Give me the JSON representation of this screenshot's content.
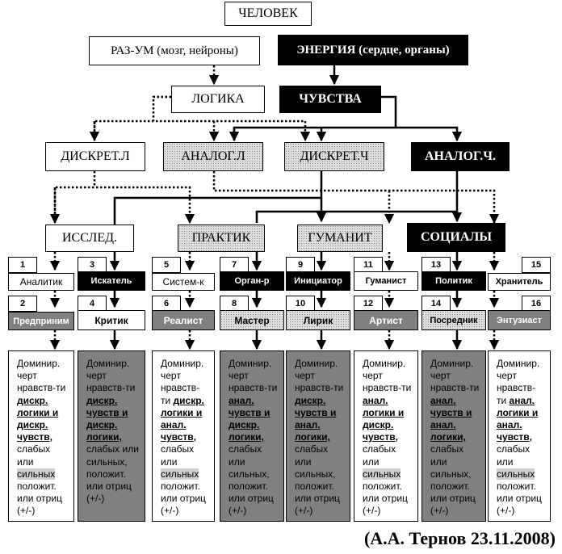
{
  "top": {
    "person": "ЧЕЛОВЕК",
    "mind": "РАЗ-УМ (мозг, нейроны)",
    "energy": "ЭНЕРГИЯ (сердце, органы)",
    "logic": "ЛОГИКА",
    "feelings": "ЧУВСТВА"
  },
  "level2": {
    "discrete_logic": "ДИСКРЕТ.Л",
    "analog_logic": "АНАЛОГ.Л",
    "discrete_feel": "ДИСКРЕТ.Ч",
    "analog_feel": "АНАЛОГ.Ч."
  },
  "groups": {
    "researchers": "ИССЛЕД.",
    "practitioners": "ПРАКТИК",
    "humanists": "ГУМАНИТ",
    "socials": "СОЦИАЛЫ"
  },
  "types": [
    {
      "num": "1",
      "label": "Аналитик"
    },
    {
      "num": "2",
      "label": "Предприним"
    },
    {
      "num": "3",
      "label": "Искатель"
    },
    {
      "num": "4",
      "label": "Критик"
    },
    {
      "num": "5",
      "label": "Систем-к"
    },
    {
      "num": "6",
      "label": "Реалист"
    },
    {
      "num": "7",
      "label": "Орган-р"
    },
    {
      "num": "8",
      "label": "Мастер"
    },
    {
      "num": "9",
      "label": "Инициатор"
    },
    {
      "num": "10",
      "label": "Лирик"
    },
    {
      "num": "11",
      "label": "Гуманист"
    },
    {
      "num": "12",
      "label": "Артист"
    },
    {
      "num": "13",
      "label": "Политик"
    },
    {
      "num": "14",
      "label": "Посредник"
    },
    {
      "num": "15",
      "label": "Хранитель"
    },
    {
      "num": "16",
      "label": "Энтузиаст"
    }
  ],
  "columns": [
    {
      "intro": "Доминир. черт нравств-ти",
      "bold": [
        "дискр.",
        "логики и",
        "дискр.",
        "чувств,"
      ],
      "tail": [
        "слабых",
        "или"
      ],
      "hl": "сильных",
      "end": [
        "положит.",
        "или отриц",
        "(+/-)"
      ]
    },
    {
      "intro": "Доминир. черт нравств-ти",
      "bold": [
        "дискр.",
        "чувств и",
        "дискр.",
        "логики,"
      ],
      "tail": [
        "слабых",
        "или",
        "сильных,"
      ],
      "hl": "",
      "end": [
        "положит.",
        "или отриц",
        "(+/-)"
      ]
    },
    {
      "intro": "Доминир. черт нравств-ти",
      "bold": [
        "дискр.",
        "логики и",
        "анал.",
        "чувств,"
      ],
      "tail": [
        "слабых",
        "или"
      ],
      "hl": "сильных",
      "end": [
        "положит.",
        "или отриц",
        "(+/-)"
      ]
    },
    {
      "intro": "Доминир. черт нравств-ти",
      "bold": [
        "анал.",
        "чувств и",
        "дискр.",
        "логики,"
      ],
      "tail": [
        "слабых",
        "или",
        "сильных,"
      ],
      "hl": "",
      "end": [
        "положит.",
        "или отриц",
        "(+/-)"
      ]
    },
    {
      "intro": "Доминир. черт нравств-ти",
      "bold": [
        "дискр.",
        "чувств и",
        "анал.",
        "логики,"
      ],
      "tail": [
        "слабых",
        "или",
        "сильных,"
      ],
      "hl": "",
      "end": [
        "положит.",
        "или отриц",
        "(+/-)"
      ]
    },
    {
      "intro": "Доминир. черт нравств-ти",
      "bold": [
        "анал.",
        "логики и",
        "дискр.",
        "чувств,"
      ],
      "tail": [
        "слабых",
        "или"
      ],
      "hl": "сильных",
      "end": [
        "положит.",
        "или отриц",
        "(+/-)"
      ]
    },
    {
      "intro": "Доминир. черт нравств-ти",
      "bold": [
        "анал.",
        "чувств и",
        "анал.",
        "логики,"
      ],
      "tail": [
        "слабых",
        "или",
        "сильных,"
      ],
      "hl": "",
      "end": [
        "положит.",
        "или отриц",
        "(+/-)"
      ]
    },
    {
      "intro": "Доминир. черт нравств-ти",
      "bold": [
        "анал.",
        "логики и",
        "анал.",
        "чувств,"
      ],
      "tail": [
        "слабых",
        "или"
      ],
      "hl": "сильных",
      "end": [
        "положит.",
        "или отриц",
        "(+/-)"
      ]
    }
  ],
  "signature": "(А.А. Тернов 23.11.2008)"
}
